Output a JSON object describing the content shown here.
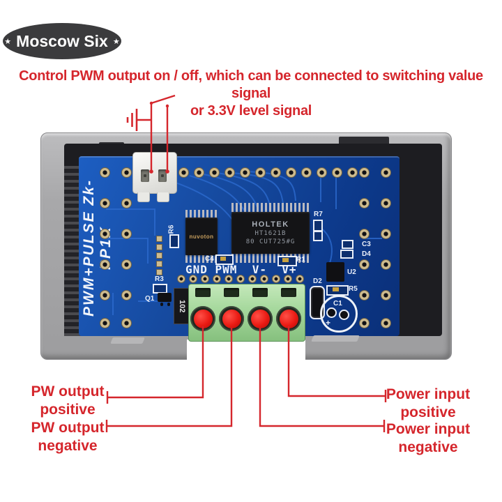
{
  "brand_badge": {
    "star_left": "★",
    "name": "Moscow Six",
    "star_right": "★"
  },
  "heading": {
    "line1": "Control PWM output on / off, which can be connected to switching value signal",
    "line2": "or 3.3V level signal"
  },
  "pcb": {
    "model_vertical_label": "PWM+PULSE  Zk-PP1K",
    "port_labels": "GND PWM  V-  V+",
    "chip_small": {
      "brand": "nuvoton"
    },
    "chip_large": {
      "brand": "HOLTEK",
      "part_number": "HT1621B",
      "lot_code": "80 CUT725#G"
    },
    "silkscreen": {
      "r6": "R6",
      "c4": "C4",
      "r1": "R1",
      "r3": "R3",
      "q1": "Q1",
      "resistor_102": "102",
      "d2": "D2",
      "u2": "U2",
      "r5": "R5",
      "c3": "C3",
      "d4": "D4",
      "r7": "R7",
      "c1": "C1",
      "c1_polarity": "+"
    }
  },
  "callouts": {
    "pw_output_positive": {
      "line1": "PW output",
      "line2": "positive"
    },
    "pw_output_negative": {
      "line1": "PW output",
      "line2": "negative"
    },
    "power_input_positive": {
      "line1": "Power input",
      "line2": "positive"
    },
    "power_input_negative": {
      "line1": "Power input",
      "line2": "negative"
    }
  },
  "colors": {
    "accent_red": "#d5262c",
    "terminal_red": "#ea1a13",
    "pcb_blue": "#123f93",
    "terminal_green": "#a5d89c",
    "enclosure_gray": "#a8a8aa"
  }
}
